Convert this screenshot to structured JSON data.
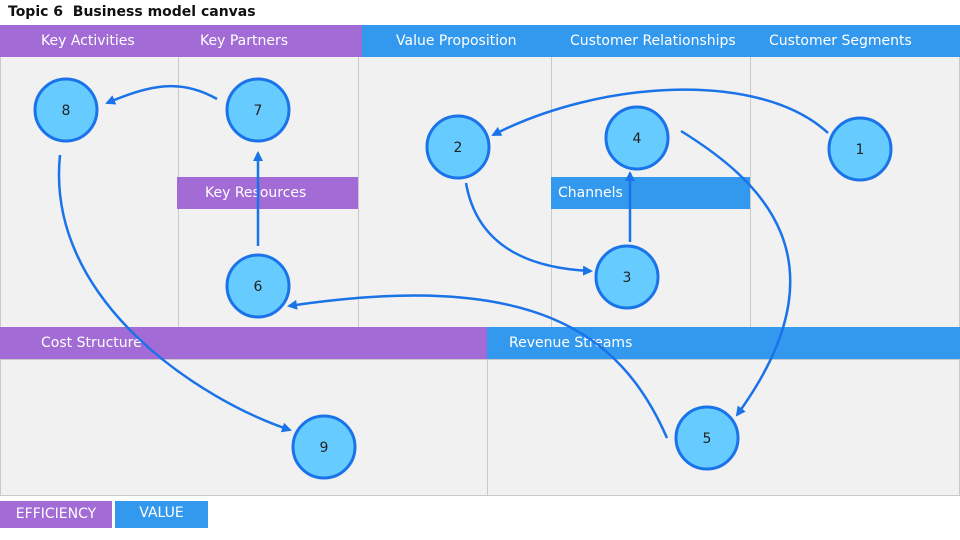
{
  "title": "Topic 6  Business model canvas",
  "colors": {
    "efficiency": "#a36bd6",
    "value": "#3399ee",
    "node_fill": "#66ccff",
    "node_stroke": "#1a73e8",
    "arrow": "#1a73e8"
  },
  "headers": {
    "key_activities": "Key Activities",
    "key_partners": "Key Partners",
    "value_proposition": "Value Proposition",
    "customer_relationships": "Customer Relationships",
    "customer_segments": "Customer Segments"
  },
  "sub_headers": {
    "key_resources": "Key Resources",
    "channels": "Channels",
    "cost_structure": "Cost Structure",
    "revenue_streams": "Revenue Streams"
  },
  "nodes": [
    "1",
    "2",
    "3",
    "4",
    "5",
    "6",
    "7",
    "8",
    "9"
  ],
  "connections": [
    {
      "from": "1",
      "to": "2"
    },
    {
      "from": "2",
      "to": "3"
    },
    {
      "from": "3",
      "to": "4"
    },
    {
      "from": "4",
      "to": "5"
    },
    {
      "from": "5",
      "to": "6"
    },
    {
      "from": "6",
      "to": "7"
    },
    {
      "from": "7",
      "to": "8"
    },
    {
      "from": "8",
      "to": "9"
    }
  ],
  "legend": {
    "efficiency": "EFFICIENCY",
    "value": "VALUE"
  }
}
